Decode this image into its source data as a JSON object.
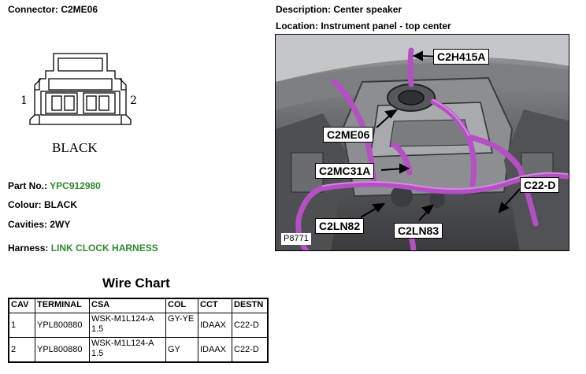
{
  "connector": {
    "label": "Connector: C2ME06"
  },
  "description": {
    "label": "Description: Center speaker"
  },
  "location": {
    "label": "Location: Instrument panel - top center"
  },
  "pinout": {
    "pin_left": "1",
    "pin_right": "2",
    "color_text": "BLACK"
  },
  "details": {
    "part_no_label": "Part No.:",
    "part_no_value": "YPC912980",
    "colour_label": "Colour:",
    "colour_value": "BLACK",
    "cavities_label": "Cavities:",
    "cavities_value": "2WY",
    "harness_label": "Harness:",
    "harness_value": "LINK CLOCK HARNESS"
  },
  "photo": {
    "figure_id": "P8771",
    "callouts": [
      "C2H415A",
      "C2ME06",
      "C2MC31A",
      "C2LN82",
      "C2LN83",
      "C22-D"
    ]
  },
  "wire_chart": {
    "title": "Wire Chart",
    "headers": [
      "CAV",
      "TERMINAL",
      "CSA",
      "COL",
      "CCT",
      "DESTN"
    ],
    "rows": [
      [
        "1",
        "YPL800880",
        "WSK-M1L124-A 1.5",
        "GY-YE",
        "IDAAX",
        "C22-D"
      ],
      [
        "2",
        "YPL800880",
        "WSK-M1L124-A 1.5",
        "GY",
        "IDAAX",
        "C22-D"
      ]
    ]
  },
  "colors": {
    "highlight_green": "#2e8b2e",
    "harness_purple": "#b54fc4"
  }
}
